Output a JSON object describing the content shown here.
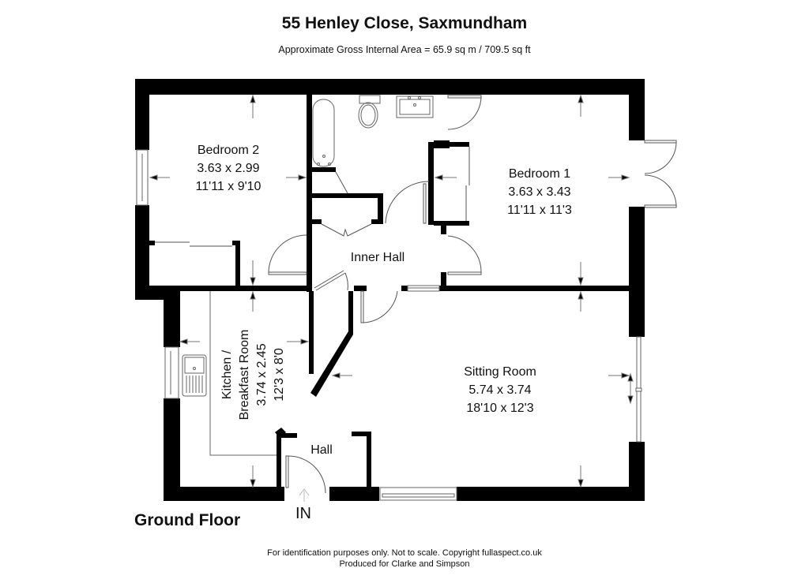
{
  "header": {
    "title": "55 Henley Close, Saxmundham",
    "area": "Approximate Gross Internal Area = 65.9 sq m / 709.5 sq ft"
  },
  "floor": {
    "label": "Ground Floor",
    "entrance_label": "IN"
  },
  "rooms": [
    {
      "name": "Bedroom 2",
      "metric": "3.63 x 2.99",
      "imperial": "11'11 x 9'10"
    },
    {
      "name": "Bedroom 1",
      "metric": "3.63 x 3.43",
      "imperial": "11'11 x 11'3"
    },
    {
      "name": "Inner Hall"
    },
    {
      "name": "Kitchen /",
      "name2": "Breakfast Room",
      "metric": "3.74 x 2.45",
      "imperial": "12'3 x 8'0"
    },
    {
      "name": "Sitting Room",
      "metric": "5.74 x 3.74",
      "imperial": "18'10 x 12'3"
    },
    {
      "name": "Hall"
    }
  ],
  "footer": {
    "line1": "For identification purposes only. Not to scale. Copyright fullaspect.co.uk",
    "line2": "Produced for Clarke and Simpson"
  },
  "colors": {
    "wall": "#000000",
    "fixture": "#555555",
    "background": "#ffffff"
  }
}
